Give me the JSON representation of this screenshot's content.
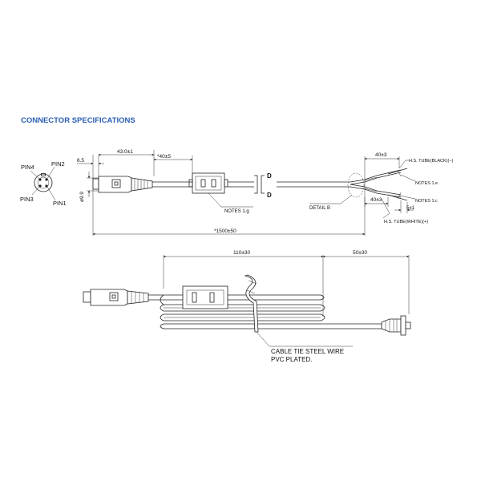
{
  "heading": "CONNECTOR SPECIFICATIONS",
  "pins": {
    "pin4": "PIN4",
    "pin2": "PIN2",
    "pin3": "PIN3",
    "pin1": "PIN1"
  },
  "top_view": {
    "dim_6_5": "6.5",
    "dim_43": "43.0±1",
    "dim_40": "*40±5",
    "dim_phi": "ø9.9",
    "detail_letter_1": "D",
    "detail_letter_2": "D",
    "notes_1g": "NOTES 1.g",
    "detail_b": "DETAIL B",
    "dim_1500": "*1500±50",
    "dim_40_top": "40±3",
    "hs_black": "H.S. TUBE(BLACK)(−)",
    "notes_1e": "NOTES 1.e",
    "notes_1c": "NOTES 1.c",
    "dim_40_bottom": "40±3",
    "dim_5": "5±1",
    "hs_white": "H.S. TUBE(WHITE)(+)"
  },
  "bottom_view": {
    "dim_110": "110±30",
    "dim_50": "50±30",
    "note_line1": "CABLE TIE STEEL WIRE",
    "note_line2": "PVC PLATED."
  },
  "colors": {
    "heading": "#2b5fb3",
    "lines": "#222222"
  }
}
